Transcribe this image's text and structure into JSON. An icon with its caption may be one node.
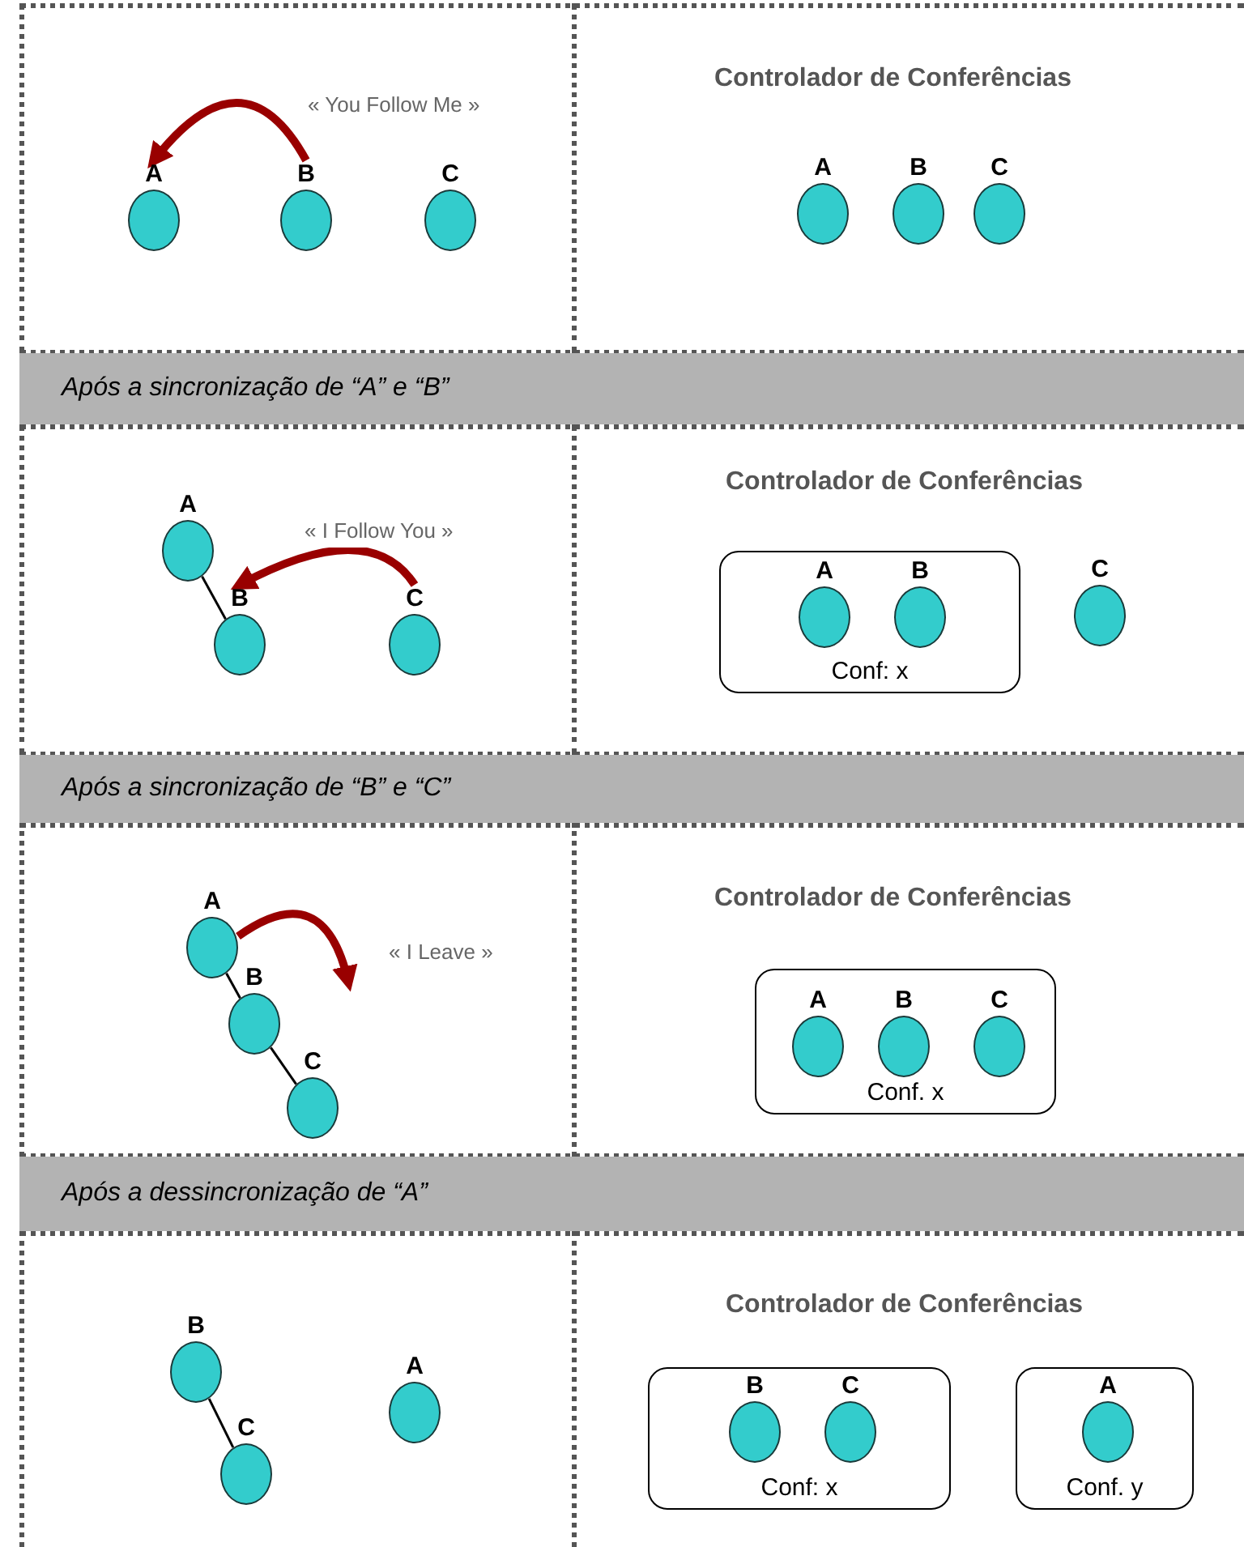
{
  "diagram": {
    "nodes": [
      {
        "text": [
          "A"
        ]
      },
      {
        "text": [
          "B"
        ]
      },
      {
        "text": [
          "C"
        ]
      },
      {
        "text": [
          "A"
        ]
      },
      {
        "text": [
          "B"
        ]
      },
      {
        "text": [
          "C"
        ]
      },
      {
        "text": [
          "Após a sincronização de “A” e “B”"
        ]
      },
      {
        "text": [
          "A"
        ]
      },
      {
        "text": [
          "B"
        ]
      },
      {
        "text": [
          "C"
        ]
      },
      {
        "text": [
          "Conf: x"
        ]
      },
      {
        "text": [
          "A"
        ],
        "in": 10
      },
      {
        "text": [
          "B"
        ],
        "in": 10
      },
      {
        "text": [
          "C"
        ]
      },
      {
        "text": [
          "Após a sincronização de “B” e “C”"
        ]
      },
      {
        "text": [
          "A"
        ]
      },
      {
        "text": [
          "B"
        ]
      },
      {
        "text": [
          "C"
        ]
      },
      {
        "text": [
          "Conf. x"
        ]
      },
      {
        "text": [
          "A"
        ],
        "in": 18
      },
      {
        "text": [
          "B"
        ],
        "in": 18
      },
      {
        "text": [
          "C"
        ],
        "in": 18
      },
      {
        "text": [
          "Após a dessincronização de “A”"
        ]
      },
      {
        "text": [
          "B"
        ]
      },
      {
        "text": [
          "C"
        ]
      },
      {
        "text": [
          "A"
        ]
      },
      {
        "text": [
          "Conf: x"
        ]
      },
      {
        "text": [
          "B"
        ],
        "in": 26
      },
      {
        "text": [
          "C"
        ],
        "in": 26
      },
      {
        "text": [
          "Conf. y"
        ]
      },
      {
        "text": [
          "A"
        ],
        "in": 29
      }
    ],
    "edges": [
      {
        "from": 1,
        "to": 0,
        "arrow": "to",
        "label": "« You Follow Me »",
        "style": "thick",
        "color": "#990000"
      },
      {
        "from": 7,
        "to": 8,
        "arrow": "none"
      },
      {
        "from": 9,
        "to": 8,
        "arrow": "to",
        "label": "« I Follow You »",
        "style": "thick",
        "color": "#990000"
      },
      {
        "from": 15,
        "to": 16,
        "arrow": "none"
      },
      {
        "from": 16,
        "to": 17,
        "arrow": "none"
      },
      {
        "from": 15,
        "to": null,
        "arrow": "to",
        "label": "« I Leave »",
        "style": "thick",
        "color": "#990000"
      },
      {
        "from": 23,
        "to": 24,
        "arrow": "none"
      }
    ],
    "labels": [
      "Controlador de Conferências",
      "Controlador de Conferências",
      "Controlador de Conferências",
      "Controlador de Conferências"
    ]
  }
}
